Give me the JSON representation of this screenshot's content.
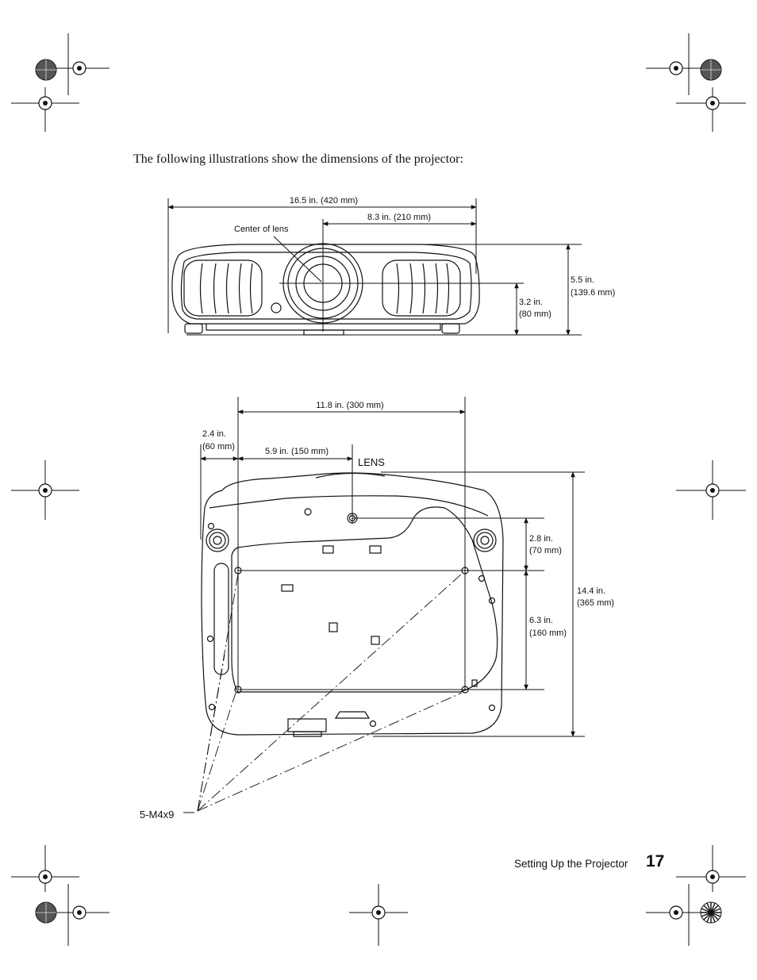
{
  "intro_text": "The following illustrations show the dimensions of the projector:",
  "front_view": {
    "width_total": "16.5 in. (420 mm)",
    "width_half": "8.3 in. (210 mm)",
    "center_of_lens": "Center of lens",
    "lens_height_1": "3.2 in.",
    "lens_height_2": "(80 mm)",
    "total_height_1": "5.5 in.",
    "total_height_2": "(139.6 mm)"
  },
  "bottom_view": {
    "mount_width": "11.8 in. (300 mm)",
    "side_offset_1": "2.4 in.",
    "side_offset_2": "(60 mm)",
    "lens_offset": "5.9 in. (150 mm)",
    "lens_label": "LENS",
    "front_offset_1": "2.8 in.",
    "front_offset_2": "(70 mm)",
    "mount_depth_1": "6.3 in.",
    "mount_depth_2": "(160 mm)",
    "total_depth_1": "14.4 in.",
    "total_depth_2": "(365 mm)",
    "screw_spec": "5-M4x9"
  },
  "footer": {
    "section": "Setting Up the Projector",
    "page_number": "17"
  }
}
